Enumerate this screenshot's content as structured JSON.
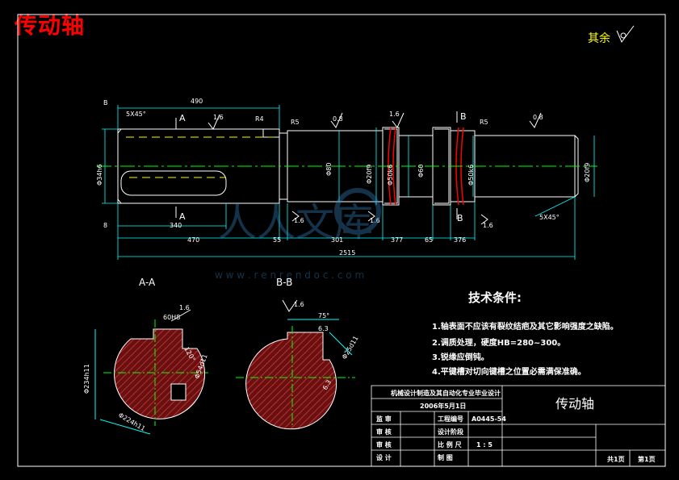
{
  "header_title": "传动轴",
  "surface_note": "其余",
  "section_labels": {
    "aa": "A-A",
    "bb": "B-B",
    "a": "A",
    "b": "B"
  },
  "dims": {
    "b_top": "B",
    "b_bot": "8",
    "chamfer_left": "5X45°",
    "len_490": "490",
    "rough_16a": "1.6",
    "rough_r4": "R4",
    "rough_r5": "R5",
    "rough_08a": "0.8",
    "rough_16b": "1.6",
    "rough_r5b": "R5",
    "rough_08b": "0.8",
    "dia_left": "Φ34h6",
    "dia_80": "Φ80",
    "dia_60": "Φ20f9",
    "dia_50a": "Φ50k6",
    "dia_60b": "Φ60",
    "dia_50b": "Φ50k6",
    "dia_right": "Φ20f9",
    "len_340": "340",
    "len_470": "470",
    "len_55": "55",
    "len_301": "301",
    "len_377": "377",
    "len_65": "65",
    "len_376": "376",
    "len_2515": "2515",
    "chamfer_right": "5X45°",
    "rough_16c": "1.6",
    "rough_16d": "1.6",
    "rough_16e": "1.6"
  },
  "section_dims": {
    "aa_top": "60H8",
    "aa_rough": "1.6",
    "aa_dia": "Φ234h11",
    "aa_bottom": "Φ224h11",
    "aa_side": "Φ54d11",
    "aa_angle": "120°",
    "bb_angle": "75°",
    "bb_depth": "6.3",
    "bb_rough": "1.6",
    "bb_side": "Φ25d11",
    "bb_low": "6.3"
  },
  "tech": {
    "title": "技术条件:",
    "items": [
      "1.轴表面不应该有裂纹结疤及其它影响强度之缺陷。",
      "2.调质处理，硬度HB=280~300。",
      "3.锐缘应倒钝。",
      "4.平键槽对切向键槽之位置必需满保准确。"
    ]
  },
  "title_block": {
    "org": "机械设计制造及其自动化专业毕业设计",
    "date": "2006年5月1日",
    "part_name": "传动轴",
    "rows": [
      {
        "label": "监 审",
        "k": "工程编号",
        "v": "A0445-54"
      },
      {
        "label": "审 核",
        "k": "设计阶段",
        "v": ""
      },
      {
        "label": "审 核",
        "k": "比 例 尺",
        "v": "1 : 5"
      },
      {
        "label": "设 计",
        "k": "制 图",
        "v": ""
      }
    ],
    "sheets": "共1页",
    "sheet_no": "第1页"
  },
  "watermark": {
    "text": "人人文库",
    "url": "w w w . r e n r e n d o c . c o m"
  },
  "colors": {
    "line": "#ffffff",
    "center": "#00ff00",
    "dim": "#00ffff",
    "hidden": "#ffff00",
    "red": "#ff0000",
    "hatch": "#8b1a1a"
  }
}
